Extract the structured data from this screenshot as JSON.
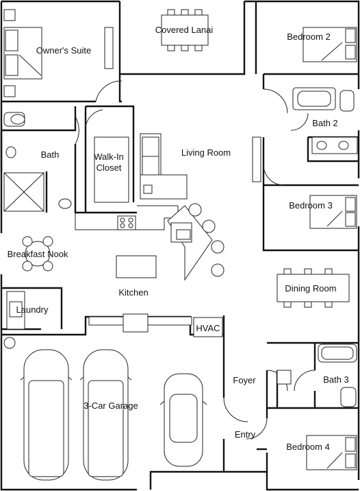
{
  "rooms": {
    "owners_suite": "Owner's Suite",
    "covered_lanai": "Covered Lanai",
    "bedroom_2": "Bedroom 2",
    "bath_2": "Bath 2",
    "bath": "Bath",
    "walk_in_closet_line1": "Walk-In",
    "walk_in_closet_line2": "Closet",
    "living_room": "Living Room",
    "bedroom_3": "Bedroom 3",
    "breakfast_nook": "Breakfast Nook",
    "kitchen": "Kitchen",
    "dining_room": "Dining Room",
    "laundry": "Laundry",
    "hvac": "HVAC",
    "garage": "3-Car Garage",
    "foyer": "Foyer",
    "bath_3": "Bath 3",
    "entry": "Entry",
    "bedroom_4": "Bedroom 4"
  }
}
